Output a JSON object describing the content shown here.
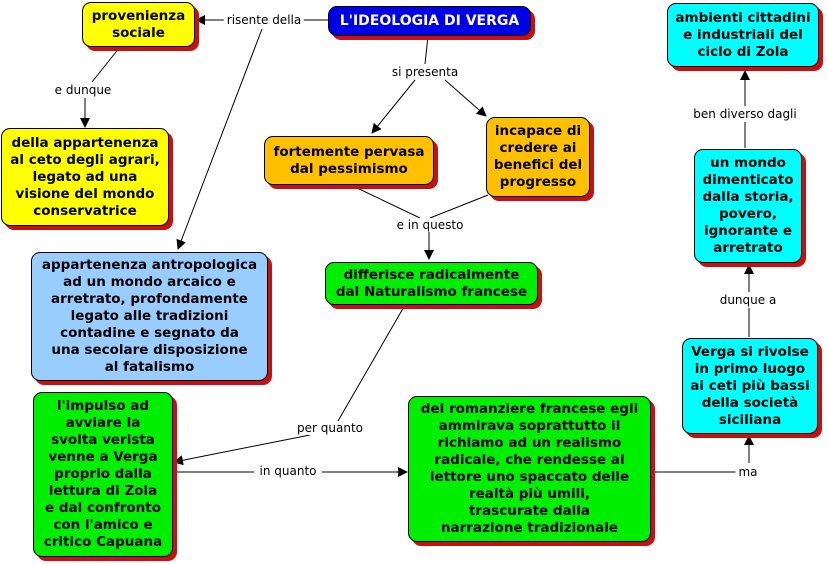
{
  "nodes": {
    "title": "L'IDEOLOGIA DI VERGA",
    "provenienza": "provenienza\nsociale",
    "appartenenza_ceto": "della appartenenza\nal ceto degli agrari,\nlegato ad una\nvisione del mondo\nconservatrice",
    "antropologica": "appartenenza antropologica\nad un mondo arcaico e\narretrato, profondamente\nlegato alle tradizioni\ncontadine e segnato da\nuna secolare disposizione\nal fatalismo",
    "pessimismo": "fortemente pervasa\ndal pessimismo",
    "incapace": "incapace di\ncredere ai\nbenefici del\nprogresso",
    "differisce": "differisce radicalmente\ndal Naturalismo francese",
    "impulso": "l'impulso ad\navviare la\nsvolta verista\nvenne a Verga\nproprio dalla\nlettura di Zola\ne dal confronto\ncon l'amico e\ncritico Capuana",
    "romanziere": "del romanziere francese egli\nammirava soprattutto il\nrichiamo ad un realismo\nradicale, che  rendesse al\nlettore uno spaccato delle\nrealtà più umili,\ntrascurate dalla\nnarrazione tradizionale",
    "ceti_bassi": "Verga si rivolse\nin primo luogo\nai ceti più bassi\ndella società\nsiciliana",
    "mondo_dimenticato": "un mondo\ndimenticato\ndalla storia,\npovero,\nignorante e\narretrato",
    "ambienti": "ambienti cittadini\ne industriali del\nciclo di Zola"
  },
  "links": {
    "risente": "risente della",
    "e_dunque": "e dunque",
    "si_presenta": "si presenta",
    "e_in_questo": "e in questo",
    "per_quanto": "per quanto",
    "in_quanto": "in quanto",
    "ma": "ma",
    "dunque_a": "dunque a",
    "ben_diverso": "ben diverso dagli"
  },
  "colors": {
    "title": "#0000e6",
    "yellow": "#ffff00",
    "orange": "#ffc000",
    "blue": "#99ccff",
    "green": "#00ee00",
    "cyan": "#00ffff",
    "shadow": "#c81010"
  }
}
